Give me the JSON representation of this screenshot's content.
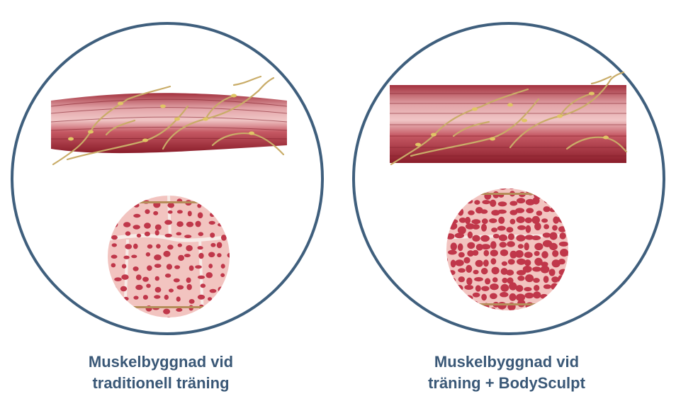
{
  "panels": [
    {
      "id": "traditional",
      "caption_line1": "Muskelbyggnad vid",
      "caption_line2": "traditionell träning"
    },
    {
      "id": "bodysculpt",
      "caption_line1": "Muskelbyggnad vid",
      "caption_line2": "träning + BodySculpt"
    }
  ],
  "colors": {
    "circle_border": "#3f5f7d",
    "caption": "#3a5877",
    "muscle_dark": "#8e1f2c",
    "muscle_mid": "#b94452",
    "muscle_light": "#e7a9ad",
    "nerve": "#c9ac68",
    "nerve_node": "#e0c665",
    "cross_section_bg": "#f2c4c0",
    "fiber_dot": "#c0374a",
    "septum": "#f5e9e4"
  }
}
